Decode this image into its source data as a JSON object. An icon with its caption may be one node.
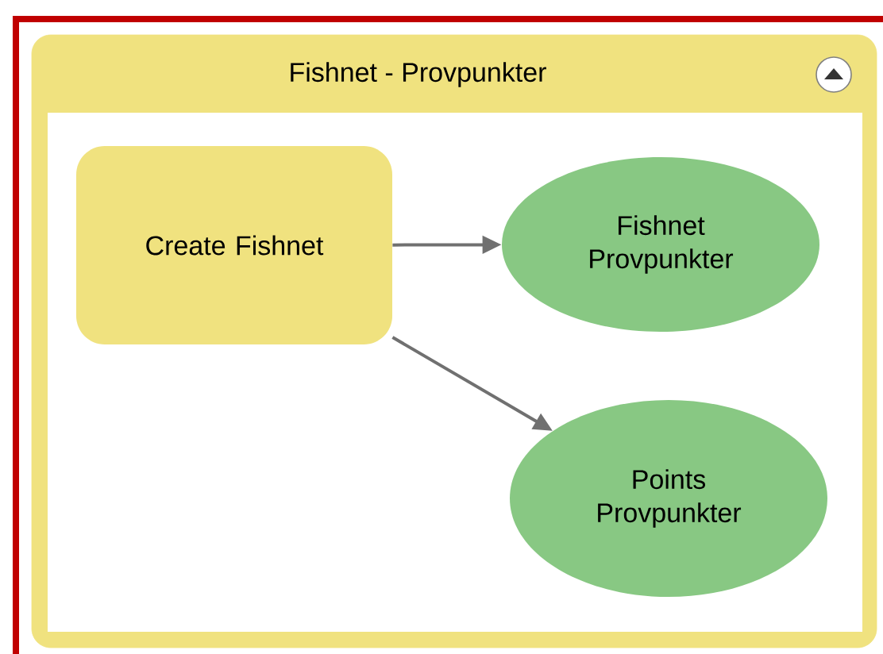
{
  "diagram": {
    "nodes": [
      {
        "text": [
          "Fishnet - Provpunkter"
        ]
      },
      {
        "text": [
          "Create Fishnet"
        ],
        "in": 0
      },
      {
        "text": [
          "Fishnet Provpunkter"
        ],
        "in": 0
      },
      {
        "text": [
          "Points Provpunkter"
        ],
        "in": 0
      }
    ],
    "edges": [
      {
        "from": 1,
        "to": 2,
        "arrow": "to"
      },
      {
        "from": 1,
        "to": 3,
        "arrow": "to"
      }
    ]
  }
}
